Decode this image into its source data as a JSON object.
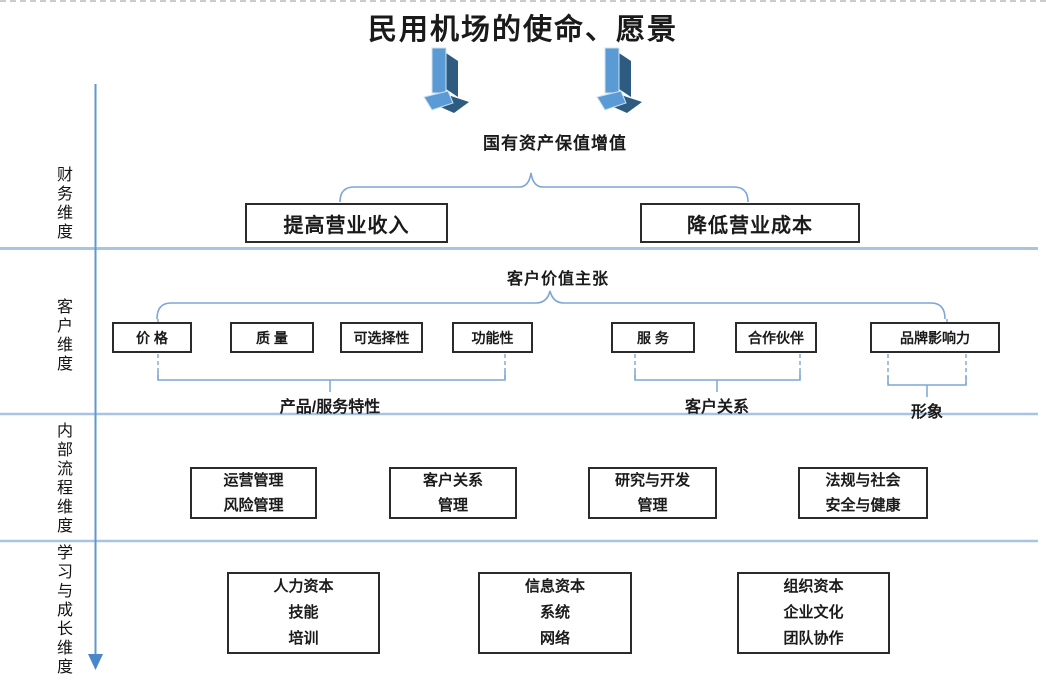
{
  "title": "民用机场的使命、愿景",
  "financial_goal": "国有资产保值增值",
  "dimension_labels": [
    "财务维度",
    "客户维度",
    "内部流程维度",
    "学习与成长维度"
  ],
  "financial_boxes": [
    "提高营业收入",
    "降低营业成本"
  ],
  "customer": {
    "proposition_label": "客户价值主张",
    "boxes": [
      "价 格",
      "质 量",
      "可选择性",
      "功能性",
      "服 务",
      "合作伙伴",
      "品牌影响力"
    ],
    "group_labels": [
      "产品/服务特性",
      "客户关系",
      "形象"
    ]
  },
  "internal_boxes": [
    "运营管理\n风险管理",
    "客户关系\n管理",
    "研究与开发\n管理",
    "法规与社会\n安全与健康"
  ],
  "learning_boxes": [
    "人力资本\n技能\n培训",
    "信息资本\n系统\n网络",
    "组织资本\n企业文化\n团队协作"
  ],
  "icons": {
    "down_arrows": "3d-down-arrow",
    "axis_arrow": "down-arrowhead"
  },
  "colors": {
    "brace_blue": "#7ca6d6",
    "divider_blue": "#a7c4e2",
    "axis_blue": "#5f97cf",
    "arrow_front": "#5b9bd5",
    "arrow_side": "#2e5b80",
    "box_border": "#2b2b2b",
    "text": "#1a1a1a"
  }
}
